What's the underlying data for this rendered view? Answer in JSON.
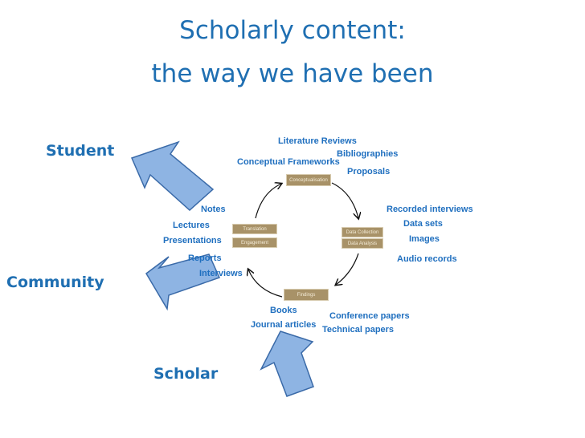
{
  "title": {
    "line1": "Scholarly content:",
    "line2": "the way we have been"
  },
  "actors": {
    "student": "Student",
    "community": "Community",
    "scholar": "Scholar"
  },
  "cycle": {
    "conceptualisation": "Conceptualisation",
    "data_collection": "Data Collection",
    "data_analysis": "Data Analysis",
    "findings": "Findings",
    "translation": "Translation",
    "engagement": "Engagement"
  },
  "outputs": {
    "literature_reviews": "Literature Reviews",
    "bibliographies": "Bibliographies",
    "conceptual_frameworks": "Conceptual Frameworks",
    "proposals": "Proposals",
    "recorded_interviews": "Recorded interviews",
    "data_sets": "Data sets",
    "images": "Images",
    "audio_records": "Audio records",
    "notes": "Notes",
    "lectures": "Lectures",
    "presentations": "Presentations",
    "reports": "Reports",
    "interviews": "Interviews",
    "books": "Books",
    "journal_articles": "Journal articles",
    "conference_papers": "Conference papers",
    "technical_papers": "Technical papers"
  },
  "colors": {
    "title": "#1f6fb2",
    "label": "#1f6fbf",
    "arrow_fill": "#8eb4e3",
    "arrow_stroke": "#3a6aa8",
    "box": "#a89268"
  }
}
